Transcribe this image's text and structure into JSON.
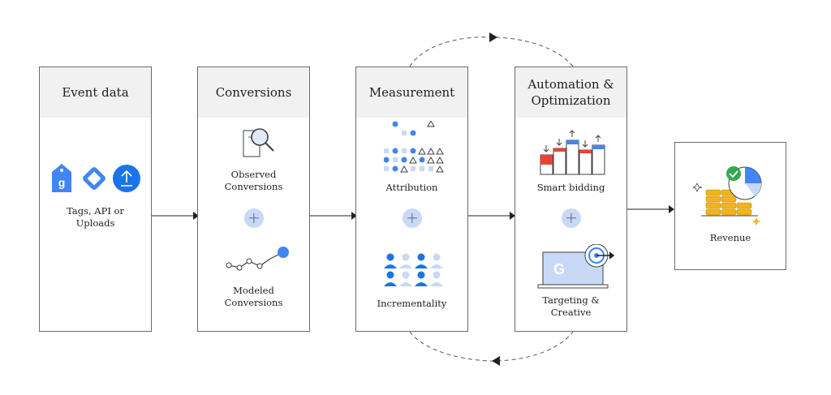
{
  "colors": {
    "blue": "#4285f4",
    "blue_dark": "#1a73e8",
    "light_blue": "#c9d8f5",
    "red": "#ea4335",
    "green": "#34a853",
    "gold": "#f2b41c",
    "header_bg": "#f1f1f1",
    "border": "#6b6b6b"
  },
  "stages": [
    {
      "title": "Event data",
      "items": [
        {
          "label": "Tags, API or\nUploads",
          "icons": [
            "google-tag-icon",
            "tag-manager-icon",
            "upload-icon"
          ]
        }
      ]
    },
    {
      "title": "Conversions",
      "items": [
        {
          "label": "Observed\nConversions",
          "icon": "magnifier-document-icon"
        },
        {
          "label": "Modeled\nConversions",
          "icon": "trend-line-icon"
        }
      ]
    },
    {
      "title": "Measurement",
      "items": [
        {
          "label": "Attribution",
          "icon": "attribution-dots-icon"
        },
        {
          "label": "Incrementality",
          "icon": "people-groups-icon"
        }
      ]
    },
    {
      "title": "Automation &\nOptimization",
      "items": [
        {
          "label": "Smart bidding",
          "icon": "bid-bars-icon"
        },
        {
          "label": "Targeting &\nCreative",
          "icon": "laptop-target-icon"
        }
      ]
    }
  ],
  "outcome": {
    "label": "Revenue",
    "icon": "coins-pie-icon"
  },
  "feedback_loop": {
    "arrows": [
      "forward-arrow-top",
      "back-arrow-bottom"
    ]
  }
}
